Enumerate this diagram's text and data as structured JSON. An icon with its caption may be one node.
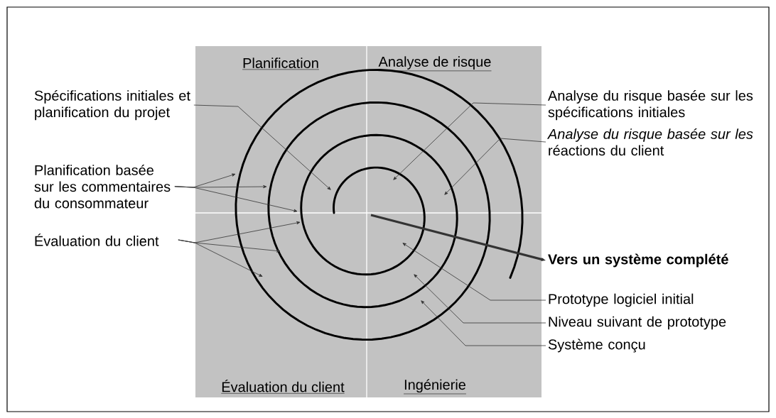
{
  "diagram": {
    "nodes": [
      {
        "text": [
          "Spécifications initiales et planification du projet"
        ]
      },
      {
        "text": [
          "Planification basée sur les commentaires du consommateur"
        ]
      },
      {
        "text": [
          "Évaluation du client"
        ]
      },
      {
        "text": [
          "Analyse du risque basée sur les spécifications initiales"
        ]
      },
      {
        "text": [
          "*Analyse du risque basée sur les* réactions du client"
        ]
      },
      {
        "text": [
          "**Vers un système complété**"
        ]
      },
      {
        "text": [
          "Prototype logiciel initial"
        ]
      },
      {
        "text": [
          "Niveau suivant de prototype"
        ]
      },
      {
        "text": [
          "Système conçu"
        ]
      }
    ],
    "edges": [
      {
        "from": 0,
        "to": null,
        "arrow": "to"
      },
      {
        "from": 1,
        "to": null,
        "arrow": "to"
      },
      {
        "from": 1,
        "to": null,
        "arrow": "to"
      },
      {
        "from": 1,
        "to": null,
        "arrow": "to"
      },
      {
        "from": 2,
        "to": null,
        "arrow": "to"
      },
      {
        "from": 2,
        "to": null,
        "arrow": "to"
      },
      {
        "from": 2,
        "to": null,
        "arrow": "to"
      },
      {
        "from": 3,
        "to": null,
        "arrow": "to"
      },
      {
        "from": 4,
        "to": null,
        "arrow": "to"
      },
      {
        "from": null,
        "to": 5,
        "arrow": "to",
        "style": "thick"
      },
      {
        "from": 6,
        "to": null,
        "arrow": "to"
      },
      {
        "from": 7,
        "to": null,
        "arrow": "to"
      },
      {
        "from": 8,
        "to": null,
        "arrow": "to"
      }
    ],
    "labels": [
      "Planification",
      "Analyse de risque",
      "Évaluation du client",
      "Ingénierie"
    ]
  }
}
